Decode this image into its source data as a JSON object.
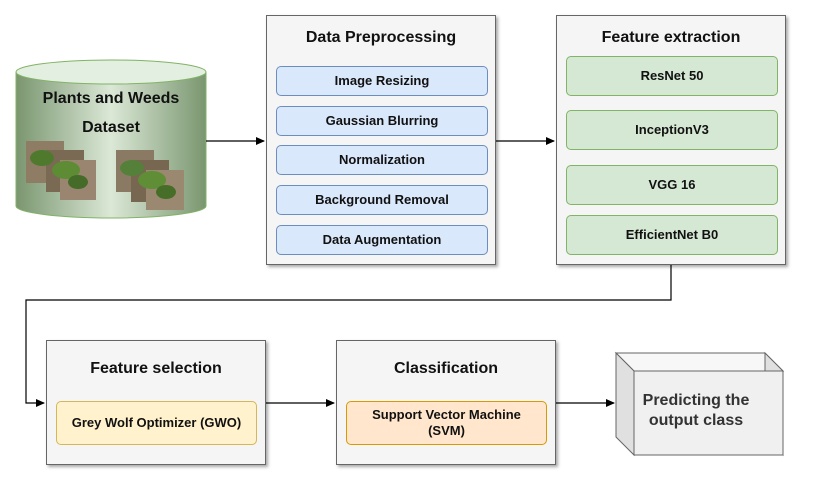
{
  "dataset": {
    "line1": "Plants and Weeds",
    "line2": "Dataset"
  },
  "preprocessing": {
    "title": "Data Preprocessing",
    "steps": [
      "Image Resizing",
      "Gaussian Blurring",
      "Normalization",
      "Background Removal",
      "Data Augmentation"
    ]
  },
  "feature_extraction": {
    "title": "Feature extraction",
    "models": [
      "ResNet 50",
      "InceptionV3",
      "VGG 16",
      "EfficientNet B0"
    ]
  },
  "feature_selection": {
    "title": "Feature selection",
    "method": "Grey Wolf Optimizer (GWO)"
  },
  "classification": {
    "title": "Classification",
    "method": "Support Vector Machine (SVM)"
  },
  "output": {
    "line1": "Predicting the",
    "line2": "output class"
  },
  "colors": {
    "dataset_top": "#e6f0e2",
    "dataset_side": "#7d9a6f",
    "dataset_side_light": "#c9dcc2",
    "preproc_fill": "#dae8fc",
    "extract_fill": "#d5e8d4",
    "select_fill": "#fff2cc",
    "classify_fill": "#ffe6cc",
    "panel_fill": "#f5f5f5",
    "output_fill": "#f0f0f0"
  }
}
